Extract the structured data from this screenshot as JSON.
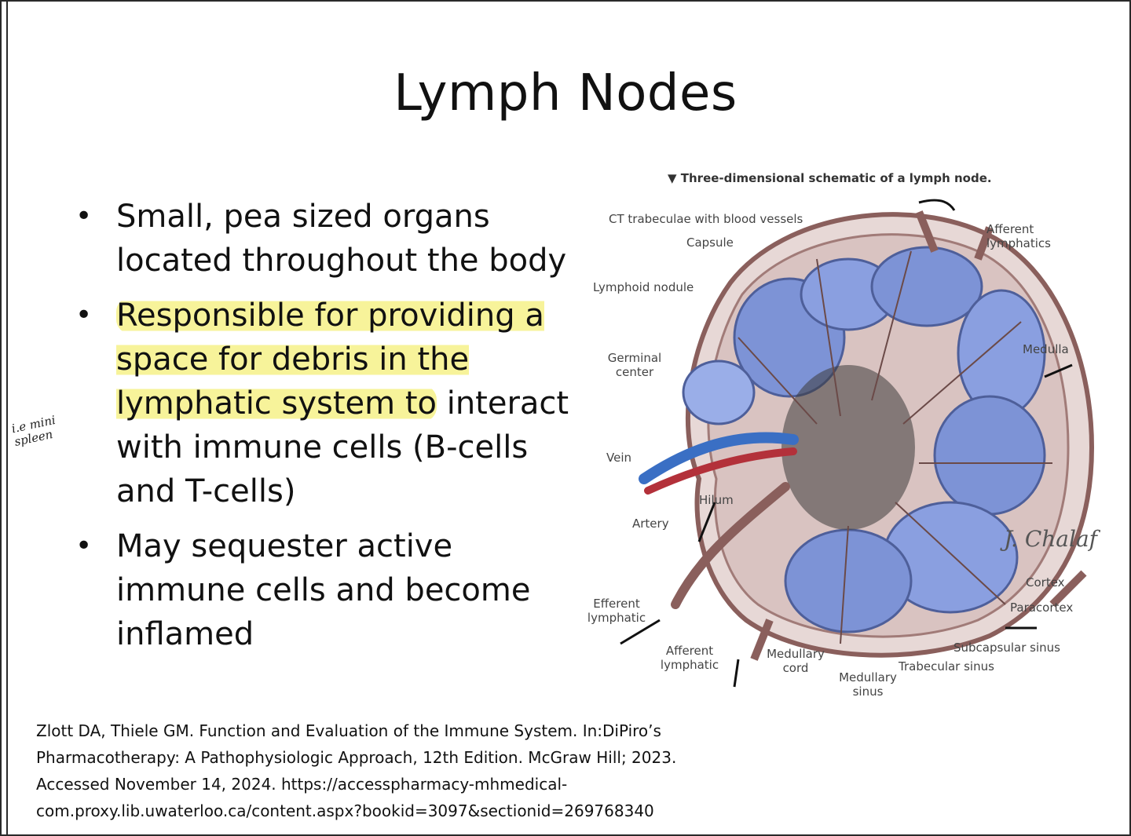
{
  "slide": {
    "title": "Lymph Nodes",
    "bullets": [
      {
        "text": "Small, pea sized organs located throughout the body"
      },
      {
        "highlighted": "Responsible for providing a space for debris in the lymphatic system to",
        "rest": " interact with immune cells (B-cells and T-cells)"
      },
      {
        "text": "May sequester active immune cells and become inflamed"
      }
    ],
    "margin_note": "i.e mini spleen",
    "citation_lines": [
      "Zlott DA, Thiele GM. Function and Evaluation of the Immune System. In:DiPiro’s",
      "Pharmacotherapy: A Pathophysiologic Approach, 12th Edition. McGraw Hill; 2023.",
      "Accessed November 14, 2024. https://accesspharmacy-mhmedical-",
      "com.proxy.lib.uwaterloo.ca/content.aspx?bookid=3097&sectionid=269768340"
    ]
  },
  "figure": {
    "caption": "Three-dimensional schematic of a lymph node.",
    "labels": {
      "ct_trabeculae": "CT trabeculae with blood vessels",
      "capsule": "Capsule",
      "lymphoid_nodule": "Lymphoid nodule",
      "germinal_center": "Germinal center",
      "vein": "Vein",
      "hilum": "Hilum",
      "artery": "Artery",
      "efferent_lymphatic": "Efferent lymphatic",
      "afferent_lymphatic_bottom": "Afferent lymphatic",
      "medullary_cord": "Medullary cord",
      "medullary_sinus": "Medullary sinus",
      "trabecular_sinus": "Trabecular sinus",
      "subcapsular_sinus": "Subcapsular sinus",
      "paracortex": "Paracortex",
      "cortex": "Cortex",
      "medulla": "Medulla",
      "afferent_lymphatics": "Afferent lymphatics"
    },
    "colors": {
      "nodule_blue": "#7d93d6",
      "capsule_brown": "#a17b78",
      "vein_blue": "#3a6fc4",
      "artery_red": "#b3313a",
      "highlight": "#f7f39a"
    }
  }
}
